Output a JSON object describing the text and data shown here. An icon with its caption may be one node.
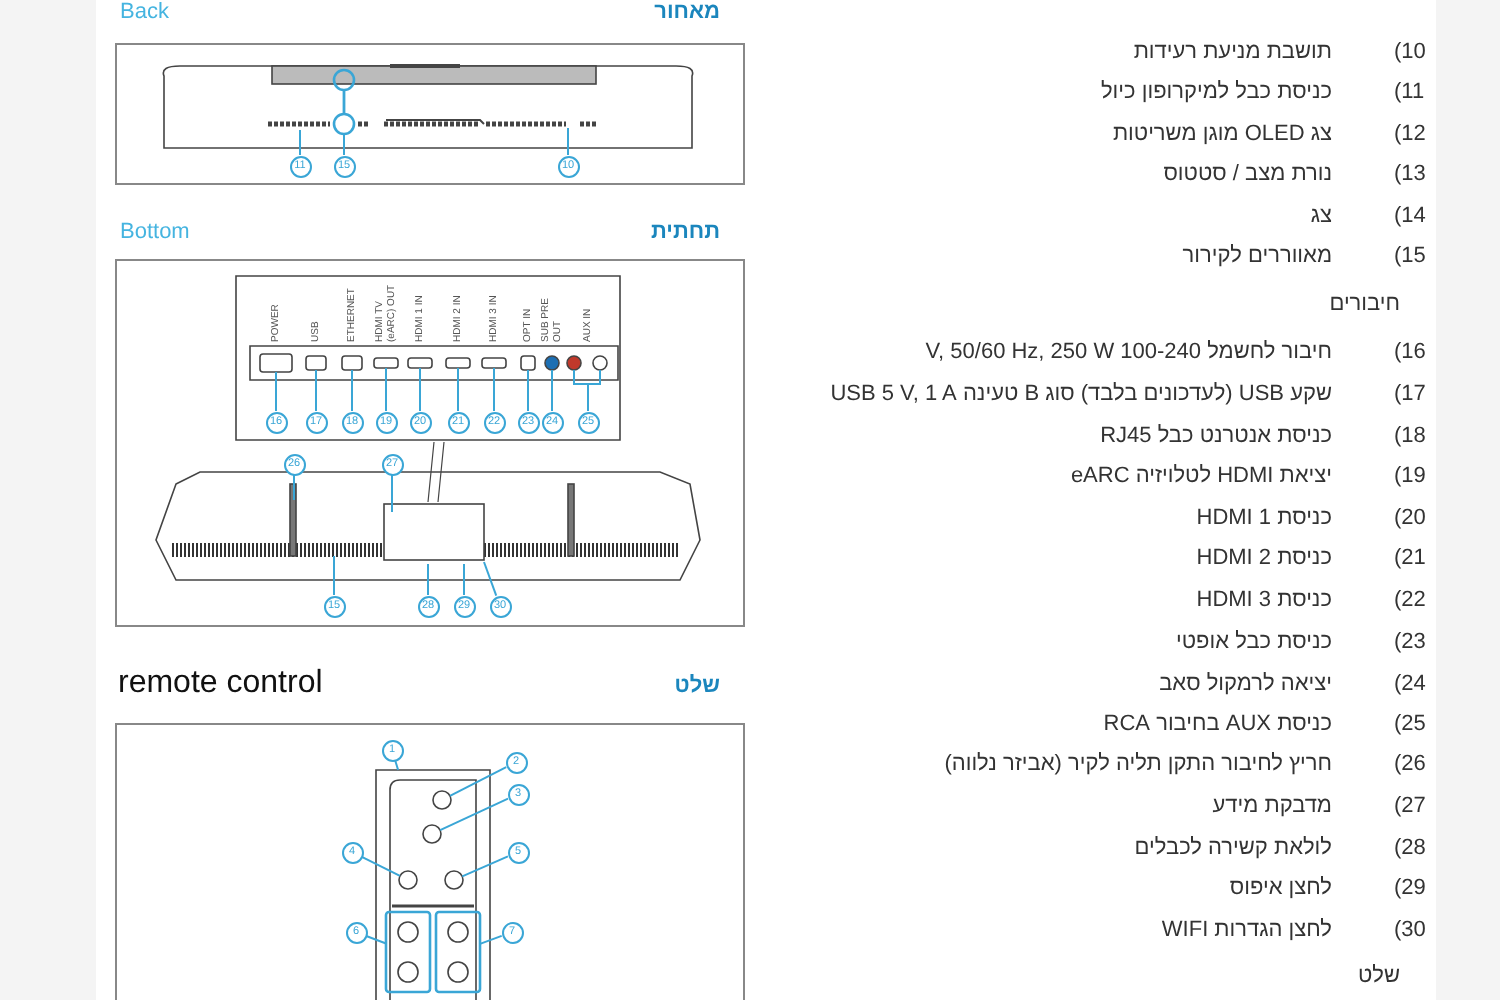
{
  "diagram": {
    "nodes": [
      {
        "text": [
          "11"
        ]
      },
      {
        "text": [
          "15"
        ]
      },
      {
        "text": [
          "10"
        ]
      },
      {
        "text": [
          "16"
        ]
      },
      {
        "text": [
          "17"
        ]
      },
      {
        "text": [
          "18"
        ]
      },
      {
        "text": [
          "19"
        ]
      },
      {
        "text": [
          "20"
        ]
      },
      {
        "text": [
          "21"
        ]
      },
      {
        "text": [
          "22"
        ]
      },
      {
        "text": [
          "23"
        ]
      },
      {
        "text": [
          "24"
        ]
      },
      {
        "text": [
          "25"
        ]
      },
      {
        "text": [
          "26"
        ]
      },
      {
        "text": [
          "27"
        ]
      },
      {
        "text": [
          "15"
        ]
      },
      {
        "text": [
          "28"
        ]
      },
      {
        "text": [
          "29"
        ]
      },
      {
        "text": [
          "30"
        ]
      },
      {
        "text": [
          "1"
        ]
      },
      {
        "text": [
          "2"
        ]
      },
      {
        "text": [
          "3"
        ]
      },
      {
        "text": [
          "4"
        ]
      },
      {
        "text": [
          "5"
        ]
      },
      {
        "text": [
          "6"
        ]
      },
      {
        "text": [
          "7"
        ]
      },
      {
        "text": [],
        "shape": "circle"
      },
      {
        "text": [],
        "shape": "circle"
      },
      {
        "text": [],
        "shape": "picture"
      },
      {
        "text": [],
        "shape": "box"
      },
      {
        "text": [],
        "shape": "box"
      },
      {
        "text": [],
        "shape": "box"
      },
      {
        "text": [],
        "shape": "box"
      },
      {
        "text": [],
        "shape": "box"
      },
      {
        "text": [],
        "shape": "box"
      },
      {
        "text": [],
        "shape": "box"
      },
      {
        "text": [],
        "shape": "box"
      },
      {
        "text": [],
        "shape": "circle"
      },
      {
        "text": [],
        "shape": "circle"
      },
      {
        "text": [],
        "shape": "circle"
      },
      {
        "text": [],
        "shape": "circle",
        "in": 28
      },
      {
        "text": [],
        "shape": "circle",
        "in": 28
      },
      {
        "text": [],
        "shape": "circle",
        "in": 28
      },
      {
        "text": [],
        "shape": "circle",
        "in": 28
      },
      {
        "text": [],
        "shape": "box",
        "in": 28
      },
      {
        "text": [],
        "shape": "box",
        "in": 28
      }
    ],
    "edges": [
      {
        "from": 0,
        "to": null,
        "arrow": "none"
      },
      {
        "from": 1,
        "to": 27,
        "arrow": "none"
      },
      {
        "from": 2,
        "to": null,
        "arrow": "none"
      },
      {
        "from": 3,
        "to": 29,
        "arrow": "none"
      },
      {
        "from": 4,
        "to": 30,
        "arrow": "none"
      },
      {
        "from": 5,
        "to": 31,
        "arrow": "none"
      },
      {
        "from": 6,
        "to": 32,
        "arrow": "none"
      },
      {
        "from": 7,
        "to": 33,
        "arrow": "none"
      },
      {
        "from": 8,
        "to": 34,
        "arrow": "none"
      },
      {
        "from": 9,
        "to": 35,
        "arrow": "none"
      },
      {
        "from": 10,
        "to": 36,
        "arrow": "none"
      },
      {
        "from": 11,
        "to": 37,
        "arrow": "none"
      },
      {
        "from": 12,
        "to": 38,
        "arrow": "none"
      },
      {
        "from": 13,
        "to": null,
        "arrow": "none"
      },
      {
        "from": 14,
        "to": null,
        "arrow": "none"
      },
      {
        "from": 15,
        "to": null,
        "arrow": "none"
      },
      {
        "from": 16,
        "to": null,
        "arrow": "none"
      },
      {
        "from": 17,
        "to": null,
        "arrow": "none"
      },
      {
        "from": 18,
        "to": null,
        "arrow": "none"
      },
      {
        "from": 19,
        "to": 28,
        "arrow": "none"
      },
      {
        "from": 20,
        "to": 40,
        "arrow": "none"
      },
      {
        "from": 21,
        "to": 41,
        "arrow": "none"
      },
      {
        "from": 22,
        "to": 42,
        "arrow": "none"
      },
      {
        "from": 23,
        "to": 43,
        "arrow": "none"
      },
      {
        "from": 24,
        "to": 44,
        "arrow": "none"
      },
      {
        "from": 25,
        "to": 45,
        "arrow": "none"
      },
      {
        "from": 26,
        "to": 27,
        "arrow": "none"
      },
      {
        "from": 12,
        "to": 39,
        "arrow": "none"
      }
    ],
    "labels": [
      "Back",
      "מאחור",
      "Bottom",
      "תחתית",
      "POWER",
      "USB",
      "ETHERNET",
      "HDMI TV (eARC) OUT",
      "HDMI 1 IN",
      "HDMI 2 IN",
      "HDMI 3 IN",
      "OPT IN",
      "SUB PRE OUT",
      "AUX IN",
      "remote control",
      "שלט",
      "(10",
      "תושבת מניעת רעידות",
      "(11",
      "כניסת כבל למיקרופון כיול",
      "(12",
      "צג OLED מוגן משריטות",
      "(13",
      "נורת מצב / סטטוס",
      "(14",
      "צג",
      "(15",
      "מאווררים לקירור",
      "חיבורים",
      "(16",
      "חיבור לחשמל 100-240 V, 50/60 Hz, 250 W",
      "(17",
      "שקע USB (לעדכונים בלבד) סוג B טעינה USB 5 V, 1 A",
      "(18",
      "כניסת אנטרנט כבל RJ45",
      "(19",
      "יציאת HDMI לטלויזיה eARC",
      "(20",
      "כניסת HDMI 1",
      "(21",
      "כניסת HDMI 2",
      "(22",
      "כניסת HDMI 3",
      "(23",
      "כניסת כבל אופטי",
      "(24",
      "יציאה לרמקול סאב",
      "(25",
      "כניסת AUX בחיבור RCA",
      "(26",
      "חריץ לחיבור התקן תליה לקיר (אביזר נלווה)",
      "(27",
      "מדבקת מידע",
      "(28",
      "לולאת קשירה לכבלים",
      "(29",
      "לחצן איפוס",
      "(30",
      "לחצן הגדרות WIFI",
      "שלט"
    ]
  }
}
